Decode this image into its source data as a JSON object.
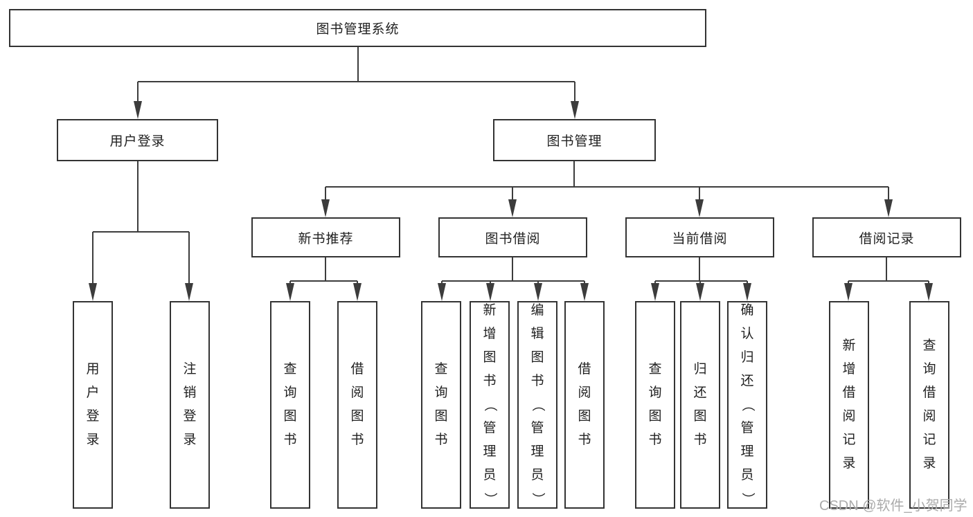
{
  "diagram": {
    "title": "图书管理系统",
    "type": "hierarchy-tree"
  },
  "tree": {
    "label": "图书管理系统",
    "children": [
      {
        "label": "用户登录",
        "children": [
          {
            "label": "用户登录"
          },
          {
            "label": "注销登录"
          }
        ]
      },
      {
        "label": "图书管理",
        "children": [
          {
            "label": "新书推荐",
            "children": [
              {
                "label": "查询图书"
              },
              {
                "label": "借阅图书"
              }
            ]
          },
          {
            "label": "图书借阅",
            "children": [
              {
                "label": "查询图书"
              },
              {
                "label": "新增图书（管理员）"
              },
              {
                "label": "编辑图书（管理员）"
              },
              {
                "label": "借阅图书"
              }
            ]
          },
          {
            "label": "当前借阅",
            "children": [
              {
                "label": "查询图书"
              },
              {
                "label": "归还图书"
              },
              {
                "label": "确认归还（管理员）"
              }
            ]
          },
          {
            "label": "借阅记录",
            "children": [
              {
                "label": "新增借阅记录"
              },
              {
                "label": "查询借阅记录"
              }
            ]
          }
        ]
      }
    ]
  },
  "watermark": {
    "text": "CSDN @软件_小贺同学"
  },
  "colors": {
    "line": "#3c3c3c",
    "border": "#333333",
    "text": "#1f1f1f",
    "watermark": "#ababab",
    "background": "#ffffff"
  }
}
